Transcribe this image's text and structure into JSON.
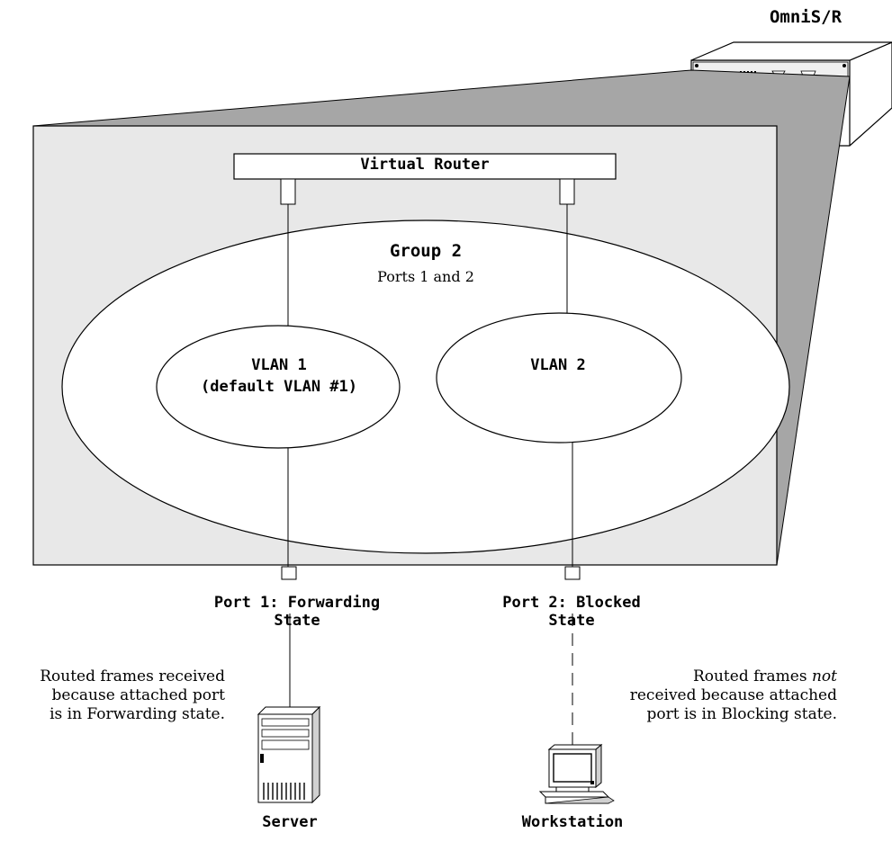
{
  "device": {
    "name": "OmniS/R"
  },
  "router": {
    "label": "Virtual Router"
  },
  "group": {
    "title": "Group 2",
    "subtitle": "Ports 1 and 2"
  },
  "vlans": [
    {
      "line1": "VLAN 1",
      "line2": "(default VLAN #1)"
    },
    {
      "line1": "VLAN 2",
      "line2": ""
    }
  ],
  "ports": [
    {
      "line1": "Port 1: Forwarding",
      "line2": "State"
    },
    {
      "line1": "Port 2: Blocked",
      "line2": "State"
    }
  ],
  "notes": {
    "left": [
      "Routed frames received",
      "because attached port",
      "is in Forwarding state."
    ],
    "right_line1_prefix": "Routed frames ",
    "right_line1_emph": "not",
    "right_line2": "received because attached",
    "right_line3": "port is in Blocking state."
  },
  "hosts": {
    "server": "Server",
    "workstation": "Workstation"
  }
}
